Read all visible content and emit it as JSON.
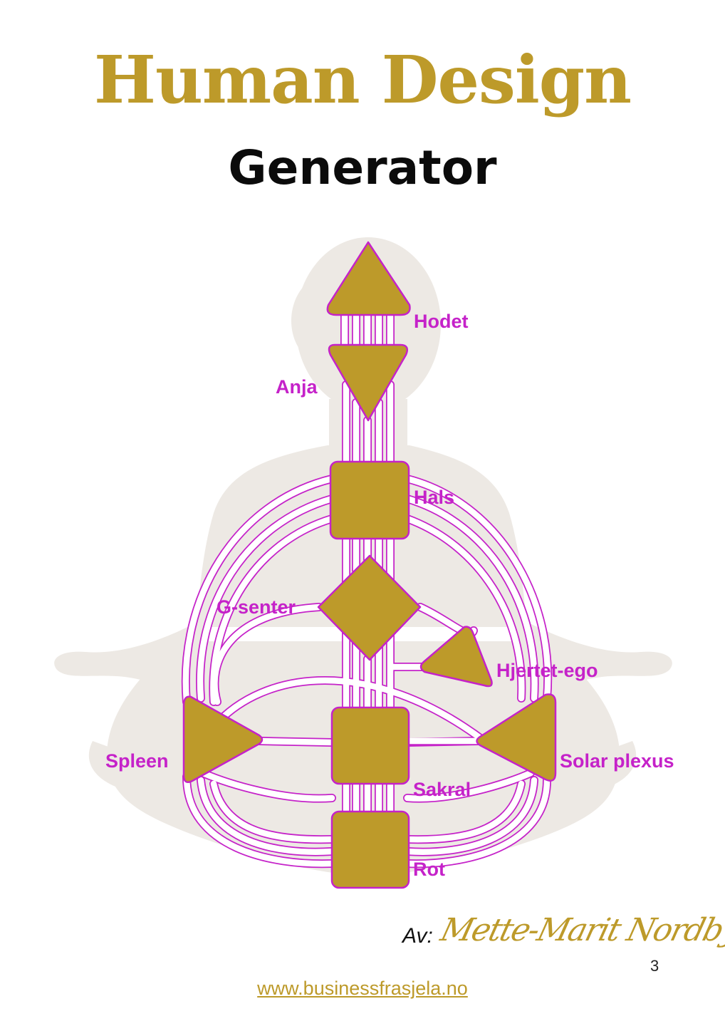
{
  "header": {
    "title": "Human Design",
    "subtitle": "Generator"
  },
  "colors": {
    "gold": "#bd9a2a",
    "magenta": "#c522c9",
    "silhouette": "#ede9e4",
    "text_dark": "#0b0b0b"
  },
  "bodygraph": {
    "labels": {
      "head": "Hodet",
      "ajna": "Anja",
      "throat": "Hals",
      "g_center": "G-senter",
      "heart": "Hjertet-ego",
      "spleen": "Spleen",
      "solar_plexus": "Solar plexus",
      "sacral": "Sakral",
      "root": "Rot"
    }
  },
  "footer": {
    "author_prefix": "Av:",
    "signature": "Mette-Marit Nordby",
    "page_number": "3",
    "website": "www.businessfrasjela.no"
  }
}
